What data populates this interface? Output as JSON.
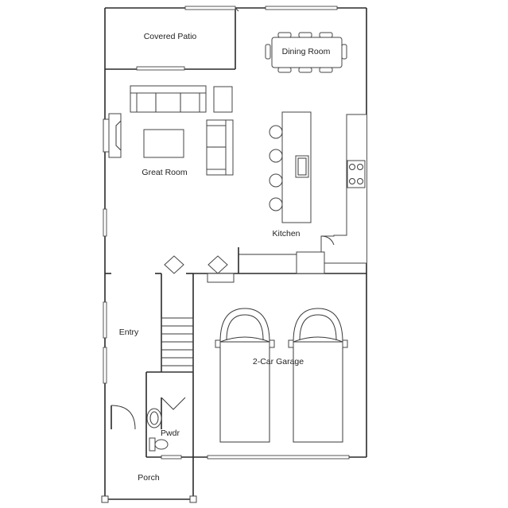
{
  "floor_plan": {
    "rooms": {
      "covered_patio": "Covered Patio",
      "dining_room": "Dining Room",
      "great_room": "Great Room",
      "kitchen": "Kitchen",
      "entry": "Entry",
      "garage": "2-Car Garage",
      "powder": "Pwdr",
      "porch": "Porch"
    },
    "line_color": "#2a2a2a",
    "background": "#ffffff"
  }
}
